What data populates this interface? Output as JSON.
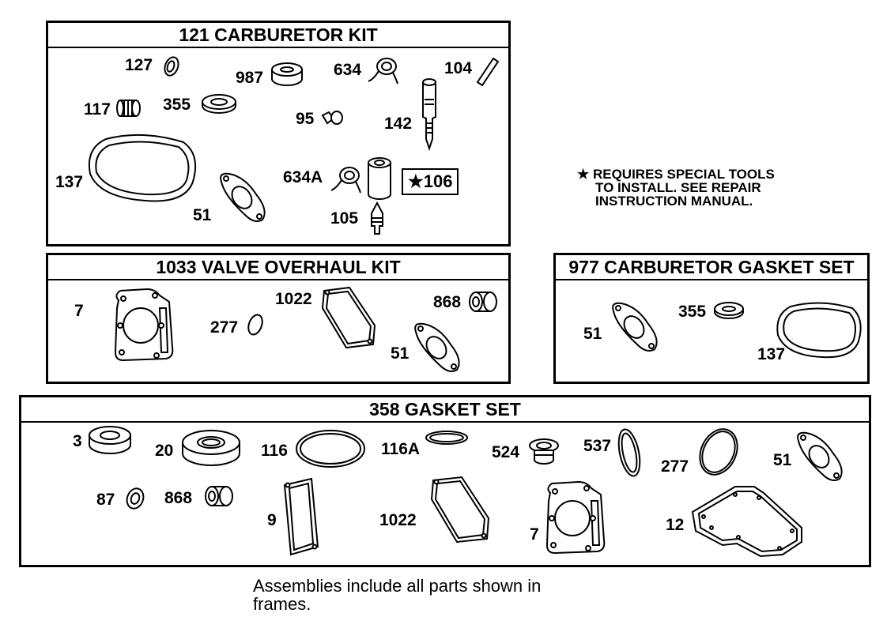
{
  "frames": {
    "carburetor_kit": {
      "title": "121 CARBURETOR KIT",
      "labels": {
        "p127": "127",
        "p987": "987",
        "p634": "634",
        "p104": "104",
        "p117": "117",
        "p355": "355",
        "p95": "95",
        "p142": "142",
        "p137": "137",
        "p634A": "634A",
        "p106": "★106",
        "p51": "51",
        "p105": "105"
      }
    },
    "valve_overhaul_kit": {
      "title": "1033 VALVE OVERHAUL KIT",
      "labels": {
        "p7": "7",
        "p277": "277",
        "p1022": "1022",
        "p868": "868",
        "p51": "51"
      }
    },
    "carburetor_gasket_set": {
      "title": "977 CARBURETOR GASKET SET",
      "labels": {
        "p51": "51",
        "p355": "355",
        "p137": "137"
      }
    },
    "gasket_set": {
      "title": "358 GASKET SET",
      "labels": {
        "p3": "3",
        "p20": "20",
        "p116": "116",
        "p116A": "116A",
        "p524": "524",
        "p537": "537",
        "p277": "277",
        "p51": "51",
        "p87": "87",
        "p868": "868",
        "p9": "9",
        "p1022": "1022",
        "p7": "7",
        "p12": "12"
      }
    }
  },
  "note": {
    "line1": "★ REQUIRES SPECIAL TOOLS",
    "line2": "TO INSTALL.  SEE REPAIR",
    "line3": "INSTRUCTION MANUAL."
  },
  "footer": {
    "line1": "Assemblies include all parts shown in",
    "line2": "frames."
  }
}
